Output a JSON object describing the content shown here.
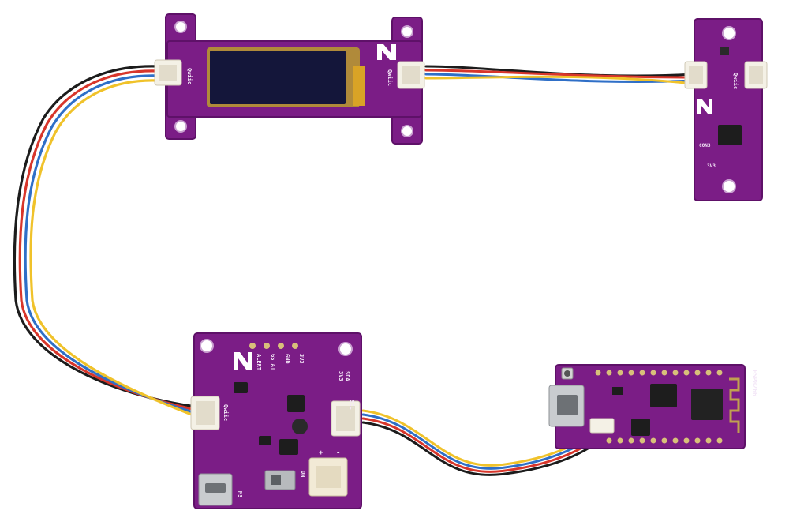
{
  "oled_board": {
    "connector_label_left": "Qwiic",
    "connector_label_right": "Qwiic"
  },
  "sensor_board": {
    "connector_label": "Qwiic",
    "label_con": "CON3",
    "label_3v3": "3V3"
  },
  "power_board": {
    "label_alert": "ALERT",
    "label_gstat": "GSTAT",
    "label_gnd": "GND",
    "label_3v3_top": "3V3",
    "label_sda": "SDA",
    "label_scl": "SCL",
    "label_3v3_mid": "3V3",
    "label_qwiic": "Qwiic",
    "label_ms": "MS",
    "label_on": "ON",
    "label_plus": "+",
    "label_minus": "-"
  },
  "mcu_board": {
    "label_vertical": "ESP8266"
  },
  "colors": {
    "pcb": "#7b1d86",
    "pcb_edge": "#5e1168",
    "connector": "#f4f1e6",
    "wire_black": "#1c1c1c",
    "wire_red": "#d8362b",
    "wire_blue": "#2f6fc7",
    "wire_yellow": "#f0c22a"
  }
}
